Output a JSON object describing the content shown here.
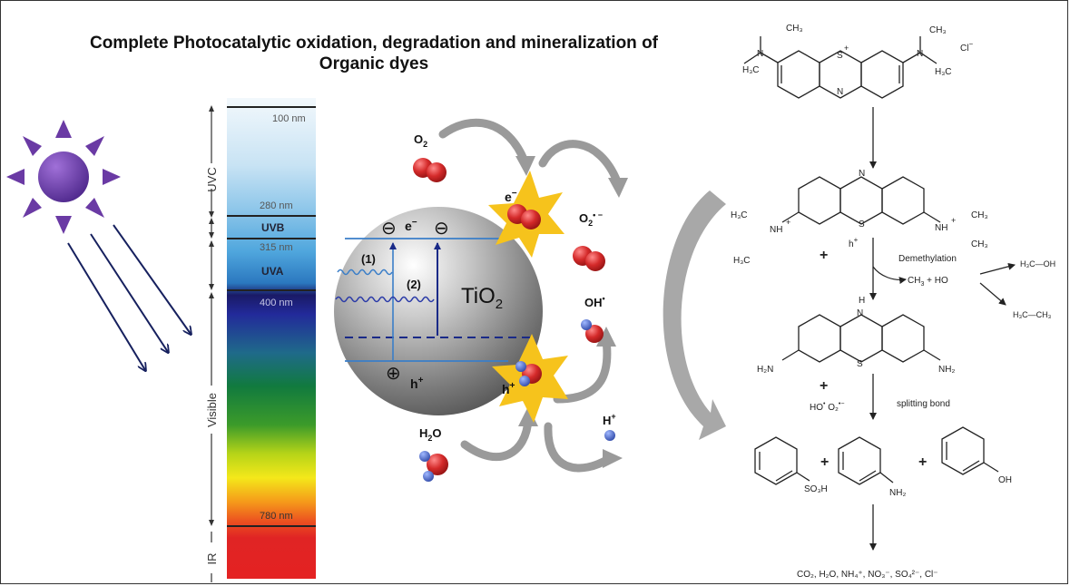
{
  "title": {
    "line1": "Complete Photocatalytic oxidation, degradation and mineralization of",
    "line2": "Organic dyes"
  },
  "spectrum": {
    "wavelengths": [
      "100 nm",
      "280 nm",
      "315 nm",
      "400 nm",
      "780 nm"
    ],
    "bands_vertical": [
      "UVC",
      "Visible",
      "IR"
    ],
    "bands_inside": [
      "UVB",
      "UVA"
    ]
  },
  "photocatalyst": {
    "particle": "TiO",
    "particle_sub": "2",
    "electron": "e",
    "electron_sup": "−",
    "hole": "h",
    "hole_sup": "+",
    "transitions": [
      "(1)",
      "(2)"
    ],
    "oxygen": "O",
    "oxygen_sub": "2",
    "superoxide": "O",
    "superoxide_sub": "2",
    "superoxide_sup": "• −",
    "hydroxyl": "OH",
    "hydroxyl_sup": "•",
    "water": "H",
    "water_sub": "2",
    "water_o": "O",
    "proton": "H",
    "proton_sup": "+",
    "minus_sign": "⊖",
    "plus_sign": "⊕"
  },
  "mechanism": {
    "dye_counterion": "Cl",
    "dye_counterion_sup": "−",
    "reagent_hole": "h",
    "reagent_hole_sup": "+",
    "step1_label": "Demethylation",
    "step1_products": "CH",
    "step1_products_b": "+ HO",
    "side_product1": "H₃C—OH",
    "side_product2": "H₃C—CH₃",
    "step2_reagents": "HO",
    "step2_reagents_b": "O₂",
    "step2_label": "splitting bond",
    "final_products": "CO₂, H₂O, NH₄⁺, NO₃⁻, SO₄²⁻, Cl⁻",
    "plus": "+",
    "sulfonic": "SO₃H",
    "amine": "NH₂",
    "hydroxy": "OH",
    "mb_groups": [
      "CH₃",
      "H₃C",
      "N",
      "N",
      "S",
      "+",
      "CH₃",
      "H₃C",
      "N"
    ],
    "int1_groups": [
      "N",
      "S",
      "H₃C",
      "NH",
      "+",
      "NH",
      "+",
      "CH₃",
      "H₃C",
      "CH₃"
    ],
    "int2_groups": [
      "H",
      "N",
      "S",
      "H₂N",
      "NH₂"
    ]
  },
  "colors": {
    "arrow_blue": "#16205e",
    "sun": "#6a3aa4",
    "oxygen_red": "#d42a2a",
    "hydrogen_blue": "#3454b4",
    "star_yellow": "#f6c31c"
  }
}
